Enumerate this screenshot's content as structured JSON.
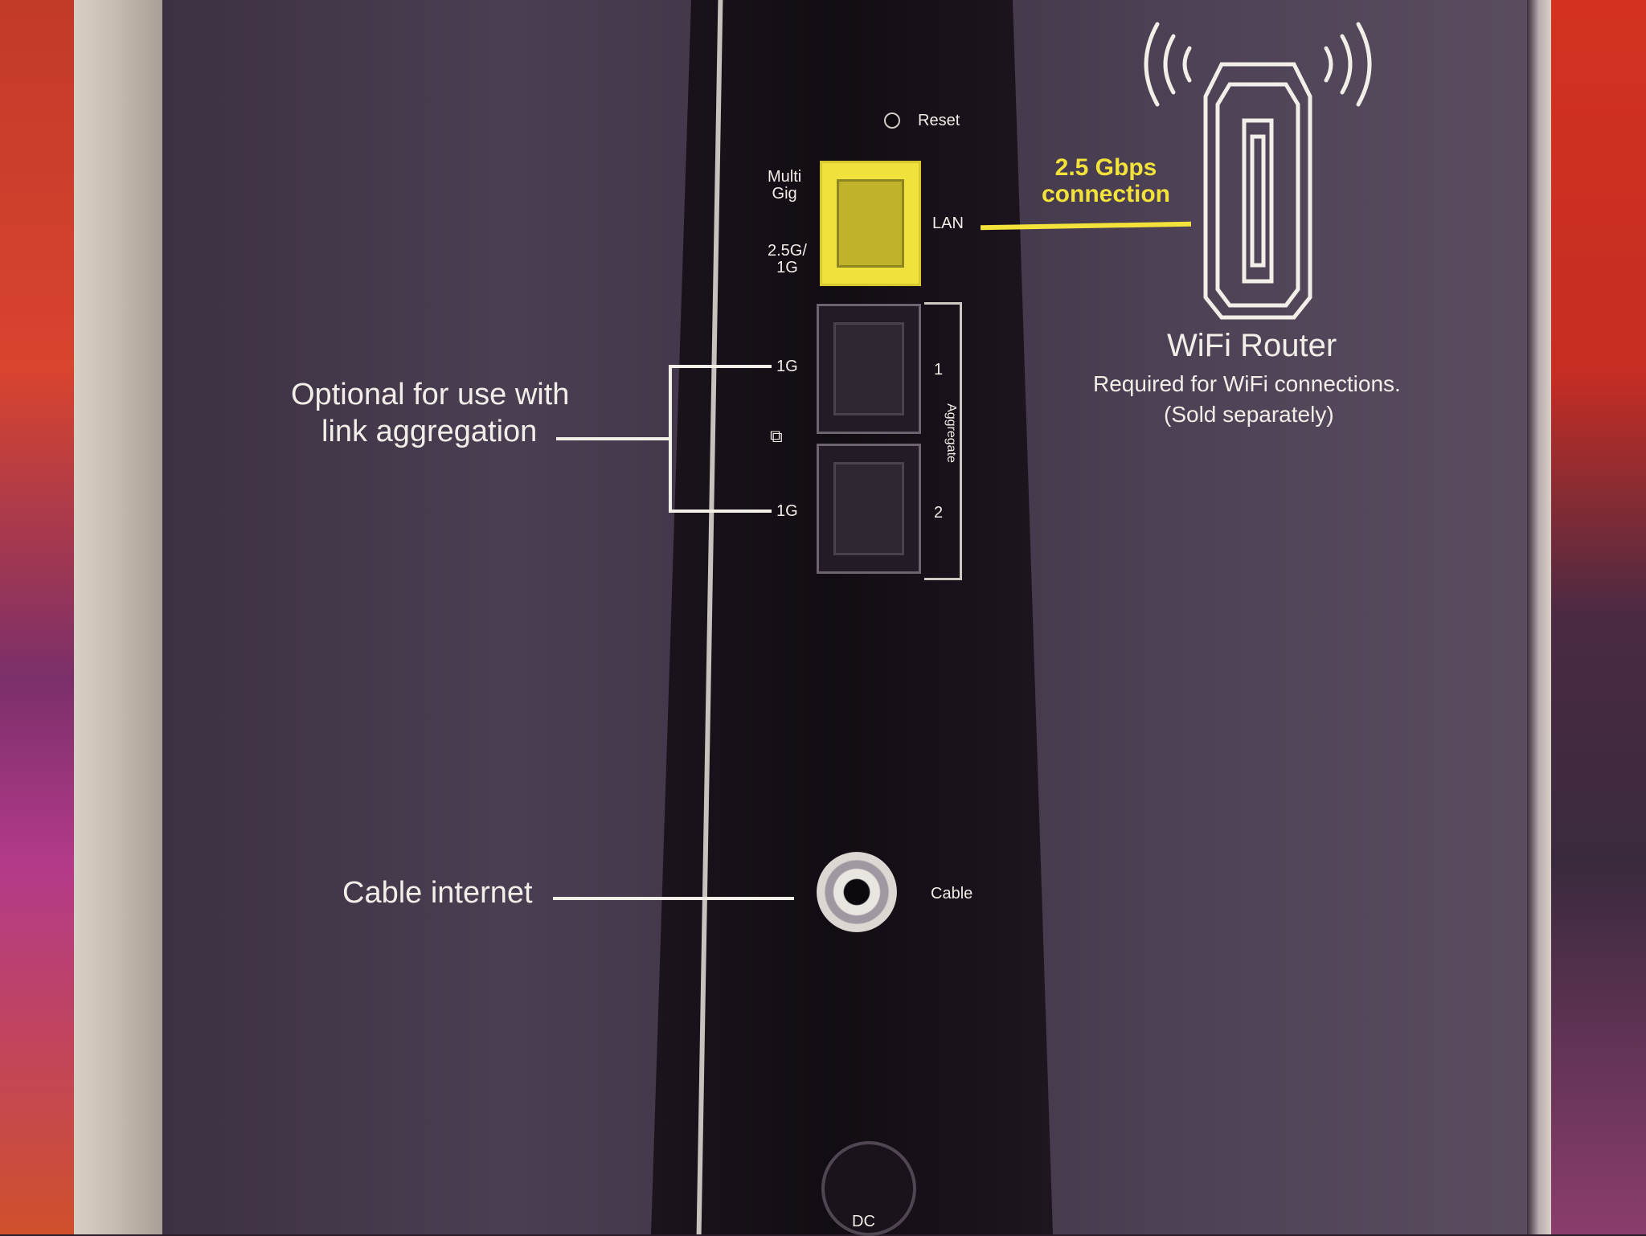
{
  "labels": {
    "reset": "Reset",
    "multi_gig": "Multi\nGig",
    "speed_25g": "2.5G/\n1G",
    "lan": "LAN",
    "port_1g_top": "1G",
    "port_1g_bottom": "1G",
    "agg_num_1": "1",
    "agg_num_2": "2",
    "aggregate": "Aggregate",
    "cable_port": "Cable",
    "dc": "DC"
  },
  "callouts": {
    "connection": "2.5 Gbps\nconnection",
    "optional_line1": "Optional for use with",
    "optional_line2": "link aggregation",
    "cable_internet": "Cable internet"
  },
  "router_info": {
    "title": "WiFi Router",
    "subtitle": "Required for WiFi connections.",
    "note": "(Sold separately)"
  },
  "colors": {
    "accent_yellow": "#f2e23a",
    "text_white": "#f2eee8"
  },
  "icons": {
    "router": "wifi-router-icon",
    "link_aggregation": "network-icon"
  }
}
